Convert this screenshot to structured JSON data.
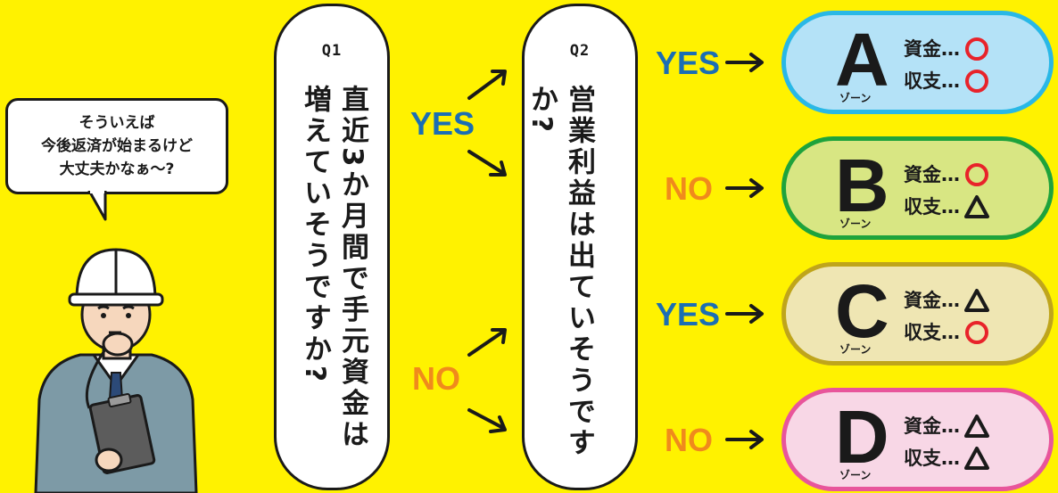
{
  "bubble": {
    "line1": "そういえば",
    "line2": "今後返済が始まるけど",
    "line3": "大丈夫かなぁ～?"
  },
  "q1": {
    "label": "Q1",
    "text": "直近3か月間で手元資金は増えていそうですか?"
  },
  "q2": {
    "label": "Q2",
    "text": "営業利益は出ていそうですか?"
  },
  "branches": {
    "yes": "YES",
    "no": "NO"
  },
  "zones": [
    {
      "letter": "A",
      "sub": "ゾーン",
      "fund_label": "資金…",
      "fund_mark": "○",
      "cash_label": "収支…",
      "cash_mark": "○",
      "answer": "YES",
      "border": "#29b8e6",
      "fill": "#b4e2f7"
    },
    {
      "letter": "B",
      "sub": "ゾーン",
      "fund_label": "資金…",
      "fund_mark": "○",
      "cash_label": "収支…",
      "cash_mark": "△",
      "answer": "NO",
      "border": "#1ea33c",
      "fill": "#d8e683"
    },
    {
      "letter": "C",
      "sub": "ゾーン",
      "fund_label": "資金…",
      "fund_mark": "△",
      "cash_label": "収支…",
      "cash_mark": "○",
      "answer": "YES",
      "border": "#bfa51b",
      "fill": "#efe6b3"
    },
    {
      "letter": "D",
      "sub": "ゾーン",
      "fund_label": "資金…",
      "fund_mark": "△",
      "cash_label": "収支…",
      "cash_mark": "△",
      "answer": "NO",
      "border": "#e8559b",
      "fill": "#f8d7e6"
    }
  ],
  "colors": {
    "background": "#fff200",
    "yes": "#1b6eb4",
    "no": "#f08a1c",
    "circle": "#e8232a",
    "triangle": "#1a1a1a"
  }
}
